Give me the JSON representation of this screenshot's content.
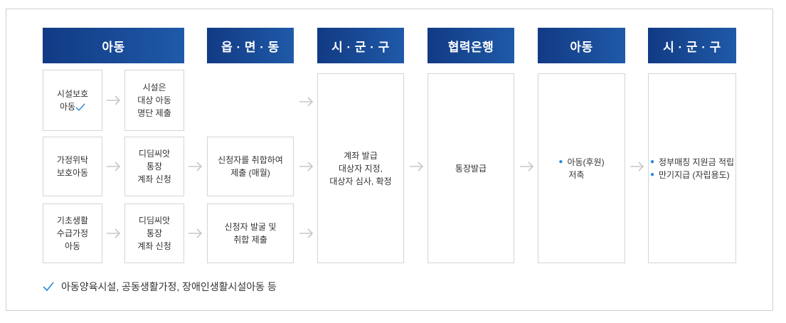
{
  "headers": [
    "아동",
    "읍 · 면 · 동",
    "시 · 군 · 구",
    "협력은행",
    "아동",
    "시 · 군 · 구"
  ],
  "col1": {
    "facility": "시설보호\n아동",
    "foster": "가정위탁\n보호아동",
    "basic": "기초생활\n수급가정\n아동"
  },
  "col2": {
    "facility_submit": "시설은\n대상 아동\n명단 제출",
    "foster_apply": "디딤씨앗\n통장\n계좌 신청",
    "basic_apply": "디딤씨앗\n통장\n계좌 신청"
  },
  "col3": {
    "collect": "신청자를 취합하여\n제출 (매월)",
    "discover": "신청자 발굴 및\n취합 제출"
  },
  "col4": {
    "text": "계좌 발급\n대상자 지정,\n대상자 심사, 확정"
  },
  "col5": {
    "text": "통장발급"
  },
  "col6": {
    "item1": "아동(후원)",
    "item1b": "저축"
  },
  "col7": {
    "item1": "정부매칭 지원금 적립",
    "item2": "만기지급 (자립용도)"
  },
  "note": "아동양육시설, 공동생활가정, 장애인생활시설아동 등",
  "colors": {
    "header_start": "#123a84",
    "header_end": "#1f5aa8",
    "check": "#2a8ad8",
    "arrow": "#c8c8c8"
  }
}
